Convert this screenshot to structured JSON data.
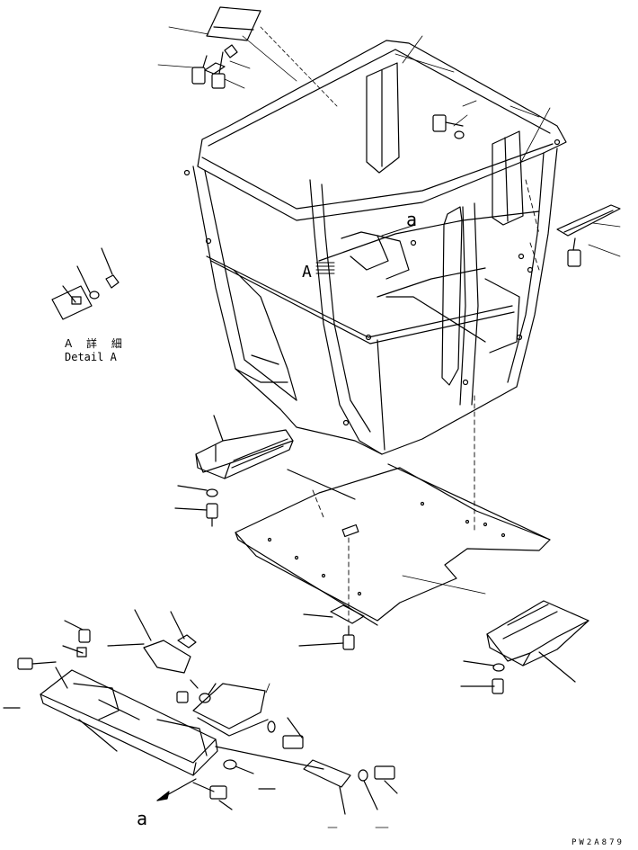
{
  "detail_label": {
    "jp": "A 詳 細",
    "en": "Detail A"
  },
  "callouts": {
    "a_top": "a",
    "a_bottom": "a",
    "A_marker": "A"
  },
  "drawing_ref": "PW2A879",
  "colors": {
    "line": "#000000",
    "background": "#ffffff"
  }
}
